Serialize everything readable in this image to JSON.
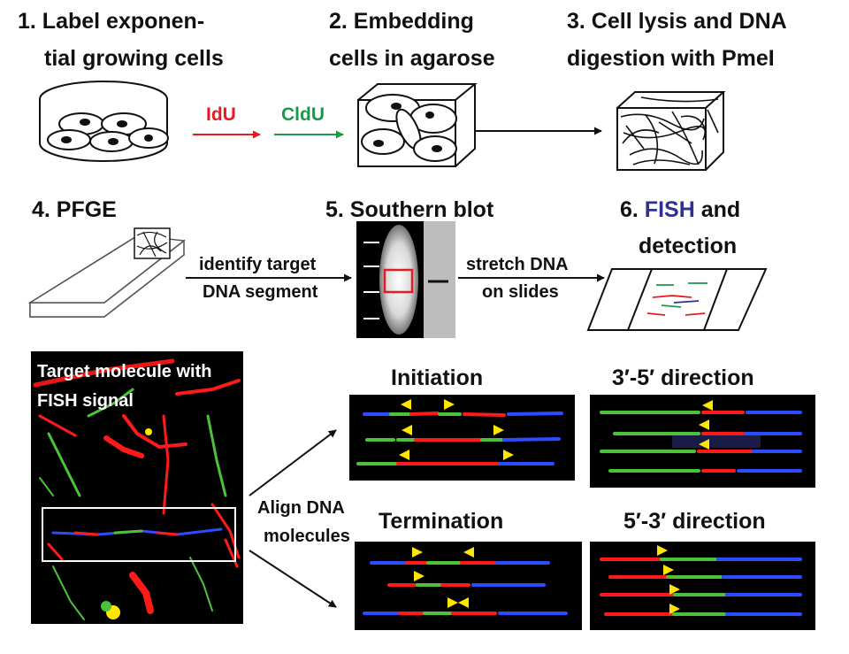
{
  "colors": {
    "idu": "#e31b23",
    "cldu": "#1a9a48",
    "fish": "#2e3192",
    "signal_red": "#ff1a1a",
    "signal_green": "#4cc23a",
    "signal_blue": "#2b4cff",
    "arrowhead_marker": "#ffe600"
  },
  "steps": [
    {
      "line1": "1. Label exponen-",
      "line2": "tial growing cells"
    },
    {
      "line1": "2. Embedding",
      "line2": "cells in agarose"
    },
    {
      "line1": "3. Cell lysis and DNA",
      "line2": "digestion with PmeI"
    },
    {
      "line1": "4. PFGE"
    },
    {
      "line1": "5. Southern blot"
    },
    {
      "num": "6. ",
      "fish": "FISH",
      "rest": " and",
      "line2": "detection"
    }
  ],
  "labels": {
    "idu": "IdU",
    "cldu": "CldU",
    "identify_1": "identify target",
    "identify_2": "DNA segment",
    "stretch_1": "stretch DNA",
    "stretch_2": "on slides",
    "align_1": "Align DNA",
    "align_2": "molecules"
  },
  "micrograph": {
    "caption_1": "Target molecule with",
    "caption_2": "FISH signal"
  },
  "panels": [
    {
      "title": "Initiation"
    },
    {
      "title": "3′-5′ direction"
    },
    {
      "title": "Termination"
    },
    {
      "title": "5′-3′ direction"
    }
  ]
}
